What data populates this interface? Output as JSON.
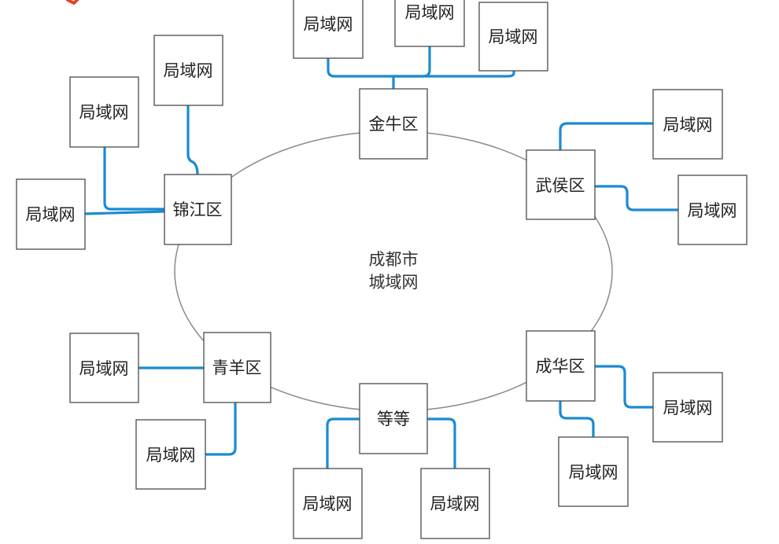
{
  "center": {
    "line1": "成都市",
    "line2": "城域网"
  },
  "districts": {
    "jinniu": "金牛区",
    "wuhou": "武侯区",
    "jinjiang": "锦江区",
    "qingyang": "青羊区",
    "chenghua": "成华区",
    "others": "等等"
  },
  "lan_label": "局域网",
  "colors": {
    "link": "#1b8bd0",
    "ring": "#8a8a8a",
    "box_border": "#4a4a4a",
    "corner_mark": "#e8412b"
  }
}
